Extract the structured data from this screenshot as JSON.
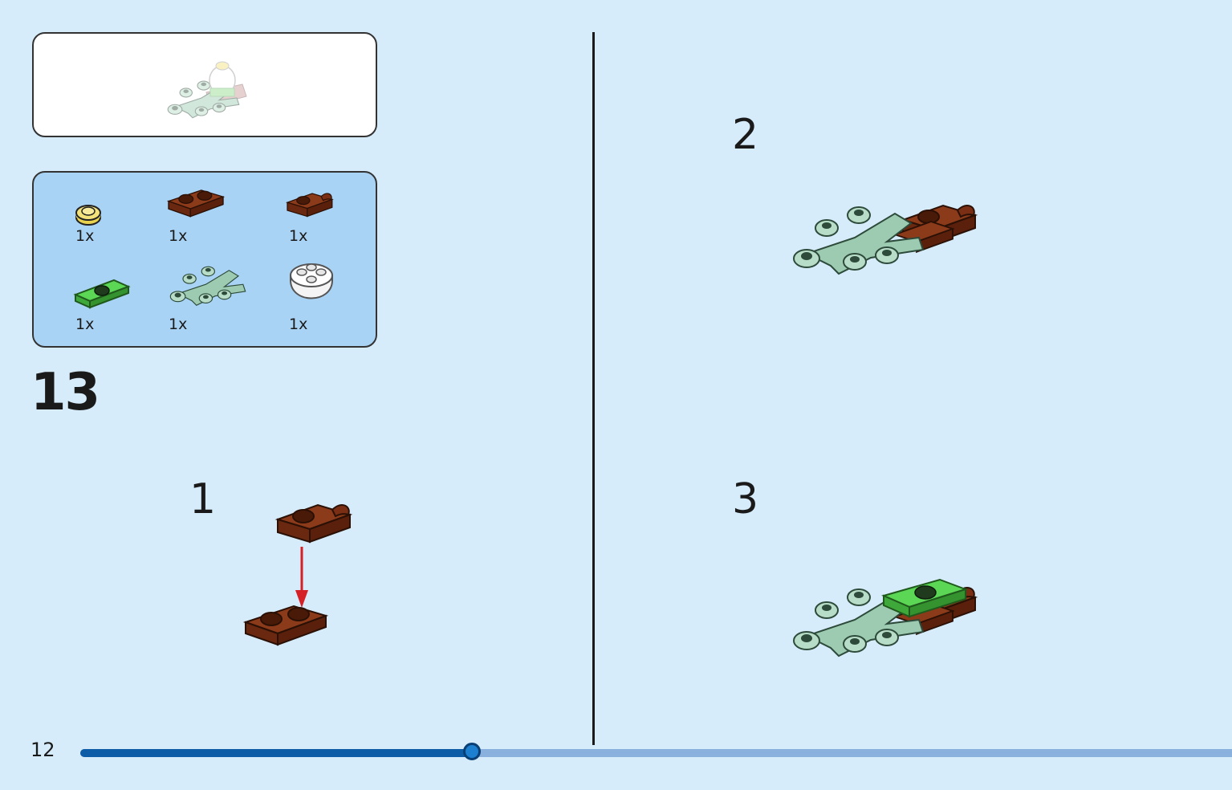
{
  "page": {
    "number": "12",
    "progress": 0.34
  },
  "step": {
    "number": "13",
    "substeps": [
      "1",
      "2",
      "3"
    ]
  },
  "parts": [
    {
      "qty": "1x",
      "icon": "yellow-round-plate-icon",
      "color": "#f3e27a"
    },
    {
      "qty": "1x",
      "icon": "brown-plate-1x2-icon",
      "color": "#7a2f14"
    },
    {
      "qty": "1x",
      "icon": "brown-clip-plate-icon",
      "color": "#7a2f14"
    },
    {
      "qty": "1x",
      "icon": "green-jumper-plate-icon",
      "color": "#4fc94a"
    },
    {
      "qty": "1x",
      "icon": "sand-green-leaf-icon",
      "color": "#9ccbb2"
    },
    {
      "qty": "1x",
      "icon": "white-round-brick-icon",
      "color": "#f4f4f4"
    }
  ],
  "colors": {
    "background": "#d6ecfa",
    "parts_panel": "#a9d3f5",
    "brown": "#7a2f14",
    "sand_green": "#9ccbb2",
    "bright_green": "#4fc94a",
    "arrow_red": "#d42026",
    "progress_fill": "#0d5ca8",
    "progress_track": "#8ab0de"
  }
}
